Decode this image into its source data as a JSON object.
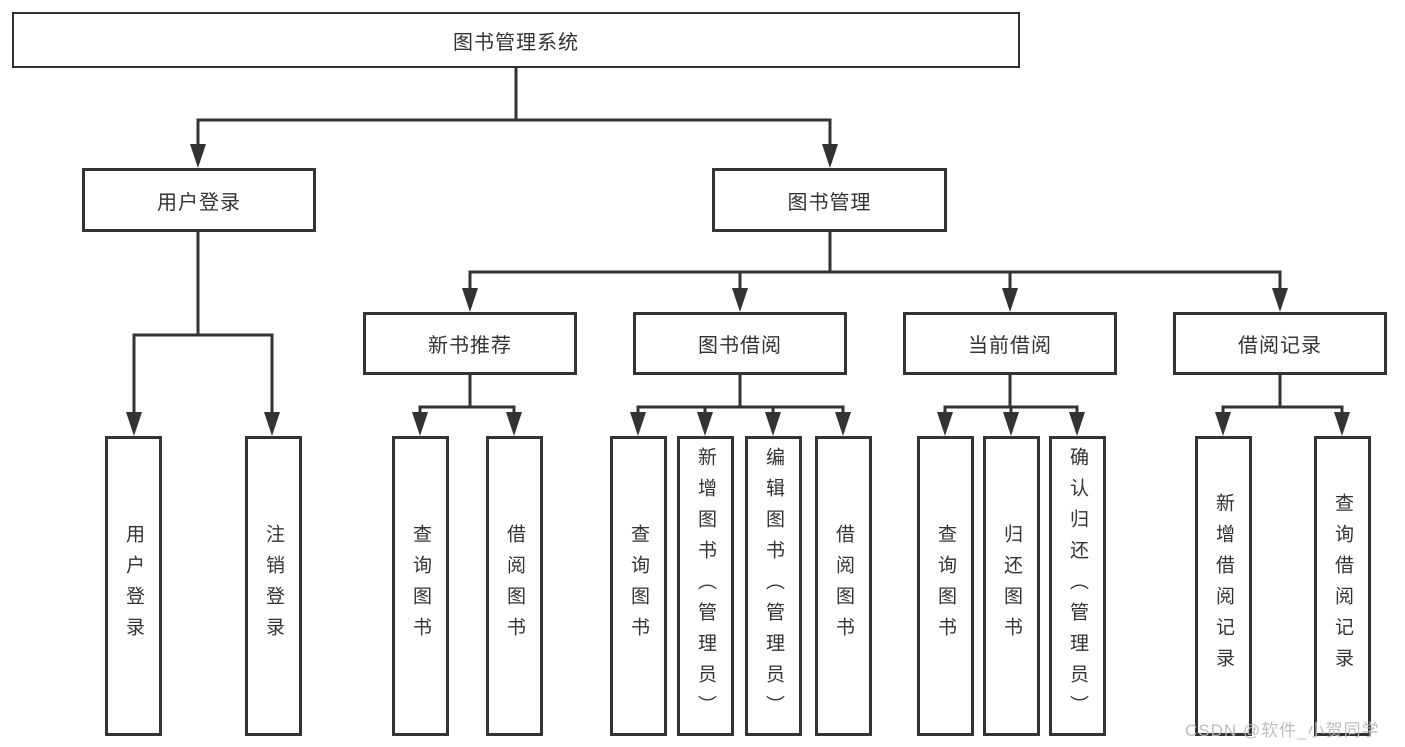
{
  "diagram": {
    "root": {
      "label": "图书管理系统"
    },
    "level2": [
      {
        "label": "用户登录"
      },
      {
        "label": "图书管理"
      }
    ],
    "level3": [
      {
        "label": "新书推荐"
      },
      {
        "label": "图书借阅"
      },
      {
        "label": "当前借阅"
      },
      {
        "label": "借阅记录"
      }
    ],
    "leaves": {
      "user_login": [
        "用户登录",
        "注销登录"
      ],
      "new_book_recommend": [
        "查询图书",
        "借阅图书"
      ],
      "book_borrow": [
        "查询图书",
        "新增图书（管理员）",
        "编辑图书（管理员）",
        "借阅图书"
      ],
      "current_borrow": [
        "查询图书",
        "归还图书",
        "确认归还（管理员）"
      ],
      "borrow_record": [
        "新增借阅记录",
        "查询借阅记录"
      ]
    }
  },
  "watermark": {
    "text": "CSDN @软件_小贺同学"
  },
  "colors": {
    "line": "#333333",
    "box_border": "#333333",
    "text": "#333333",
    "watermark": "#b9b9b9",
    "background": "#ffffff"
  }
}
